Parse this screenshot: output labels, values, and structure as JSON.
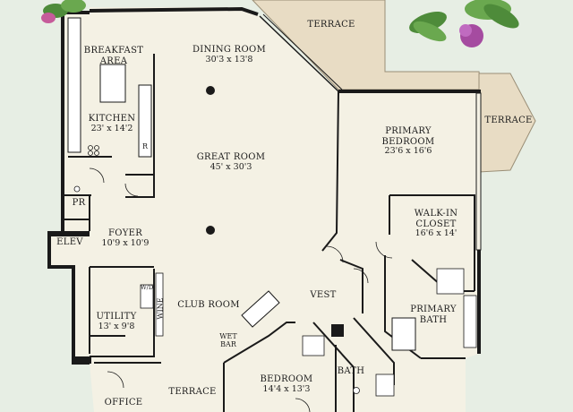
{
  "rooms": {
    "breakfast_area": {
      "name": "BREAKFAST\nAREA"
    },
    "dining_room": {
      "name": "DINING ROOM",
      "dims": "30'3 x 13'8"
    },
    "terrace_top": {
      "name": "TERRACE"
    },
    "terrace_right": {
      "name": "TERRACE"
    },
    "kitchen": {
      "name": "KITCHEN",
      "dims": "23' x 14'2"
    },
    "great_room": {
      "name": "GREAT ROOM",
      "dims": "45' x 30'3"
    },
    "primary_bedroom": {
      "name": "PRIMARY\nBEDROOM",
      "dims": "23'6 x 16'6"
    },
    "walk_in_closet": {
      "name": "WALK-IN\nCLOSET",
      "dims": "16'6 x 14'"
    },
    "pr": {
      "name": "PR"
    },
    "foyer": {
      "name": "FOYER",
      "dims": "10'9 x 10'9"
    },
    "elev": {
      "name": "ELEV"
    },
    "vest": {
      "name": "VEST"
    },
    "club_room": {
      "name": "CLUB ROOM"
    },
    "primary_bath": {
      "name": "PRIMARY\nBATH"
    },
    "utility": {
      "name": "UTILITY",
      "dims": "13' x 9'8"
    },
    "wine": {
      "name": "WINE"
    },
    "wd": {
      "name": "W/D"
    },
    "wet_bar": {
      "name": "WET\nBAR"
    },
    "bedroom": {
      "name": "BEDROOM",
      "dims": "14'4 x 13'3"
    },
    "bath": {
      "name": "BATH"
    },
    "terrace_bottom": {
      "name": "TERRACE"
    },
    "office": {
      "name": "OFFICE"
    },
    "fridge": {
      "name": "R"
    }
  },
  "colors": {
    "floor": "#f4f1e4",
    "terrace": "#e8dcc4",
    "wall": "#1a1a1a",
    "grass": "#e7eee4"
  }
}
